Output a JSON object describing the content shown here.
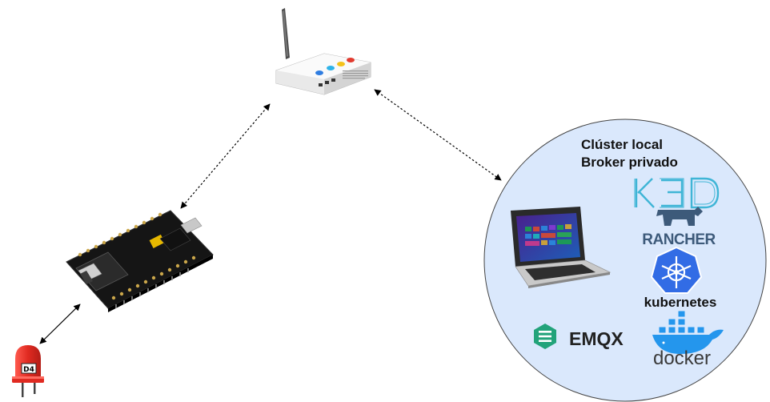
{
  "cluster": {
    "title_line1": "Clúster local",
    "title_line2": "Broker privado"
  },
  "logos": {
    "k3d": "K3D",
    "rancher": "RANCHER",
    "kubernetes": "kubernetes",
    "emqx": "EMQX",
    "docker": "docker"
  },
  "led": {
    "label": "D4"
  },
  "colors": {
    "cluster_fill": "#dae8fc",
    "cluster_stroke": "#444444",
    "k3d": "#3fb5d6",
    "rancher": "#3d5a7a",
    "kubernetes": "#326ce5",
    "emqx": "#22a37a",
    "docker": "#2496ed",
    "led": "#e02a21"
  },
  "icons": [
    "wifi-router-icon",
    "nodemcu-esp8266-board-icon",
    "red-led-icon",
    "laptop-icon",
    "rancher-cow-icon",
    "kubernetes-helm-icon",
    "emqx-icon",
    "docker-whale-icon"
  ]
}
